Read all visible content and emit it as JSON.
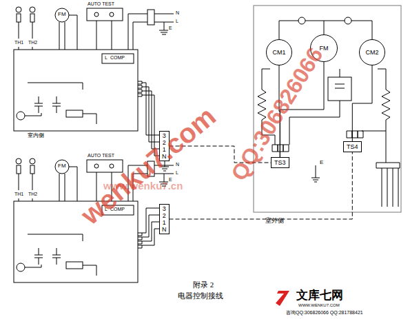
{
  "diagram": {
    "title": "附录 2",
    "caption": "电器控制接线",
    "nodes": [
      {
        "text": [
          "3",
          "2",
          "1",
          "N"
        ]
      },
      {
        "text": [
          "3",
          "2",
          "1",
          "N"
        ]
      },
      {
        "text": [
          "TS3"
        ]
      },
      {
        "text": [
          "TS4"
        ]
      },
      {
        "text": [
          "CM1"
        ]
      },
      {
        "text": [
          "FM"
        ]
      },
      {
        "text": [
          "CM2"
        ]
      }
    ],
    "edges": [
      {
        "from": 0,
        "to": 2,
        "arrow": "none"
      },
      {
        "from": 1,
        "to": 3,
        "arrow": "none"
      },
      {
        "from": 4,
        "to": 2,
        "arrow": "none"
      },
      {
        "from": 6,
        "to": 3,
        "arrow": "none"
      },
      {
        "from": 5,
        "to": 2,
        "arrow": "none"
      }
    ],
    "labels": [
      "TH1",
      "TH2",
      "FM",
      "AUTO TEST",
      "L",
      "COMP",
      "N",
      "L",
      "E",
      "室内侧",
      "TH1",
      "TH2",
      "FM",
      "AUTO TEST",
      "L",
      "COMP",
      "N",
      "L",
      "E",
      "E",
      "室外侧",
      "wenku7.com",
      "QQ:306826066",
      "www.wenku7.cn",
      "文库七网",
      "WWW.WENKU7.COM",
      "咨询QQ:306826066 QQ:281788421"
    ]
  }
}
